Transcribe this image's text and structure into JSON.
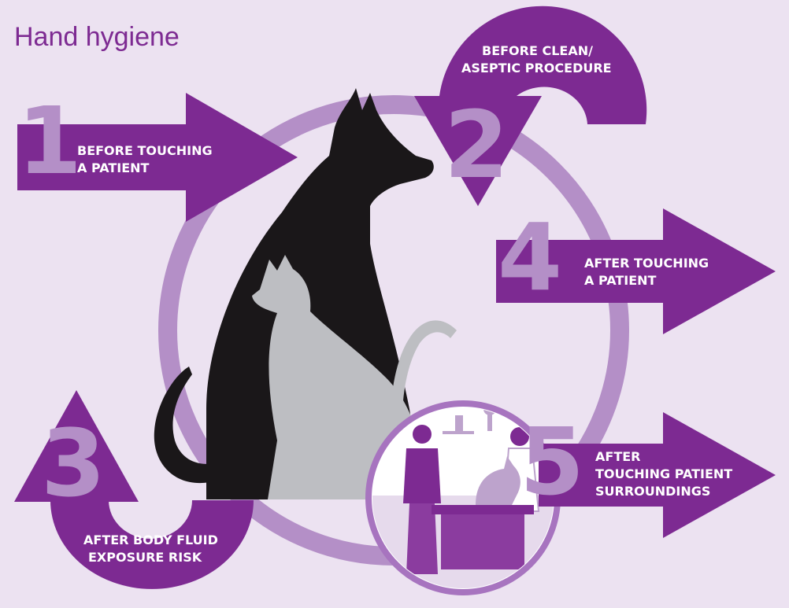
{
  "title": "Hand hygiene",
  "colors": {
    "background": "#ece2f1",
    "arrow": "#7d2a92",
    "number": "#b48fc7",
    "ring": "#b48fc7",
    "dog": "#1a1719",
    "cat": "#bdbec2"
  },
  "moments": [
    {
      "number": "1",
      "line1": "BEFORE TOUCHING",
      "line2": "A PATIENT"
    },
    {
      "number": "2",
      "line1": "BEFORE CLEAN/",
      "line2": "ASEPTIC PROCEDURE"
    },
    {
      "number": "3",
      "line1": "AFTER BODY FLUID",
      "line2": "EXPOSURE RISK"
    },
    {
      "number": "4",
      "line1": "AFTER TOUCHING",
      "line2": "A PATIENT"
    },
    {
      "number": "5",
      "line1": "AFTER",
      "line2": "TOUCHING PATIENT",
      "line3": "SURROUNDINGS"
    }
  ],
  "icons": {
    "pets": "dog-and-cat-silhouette-icon",
    "vet_scene": "vet-clinic-scene-icon"
  }
}
